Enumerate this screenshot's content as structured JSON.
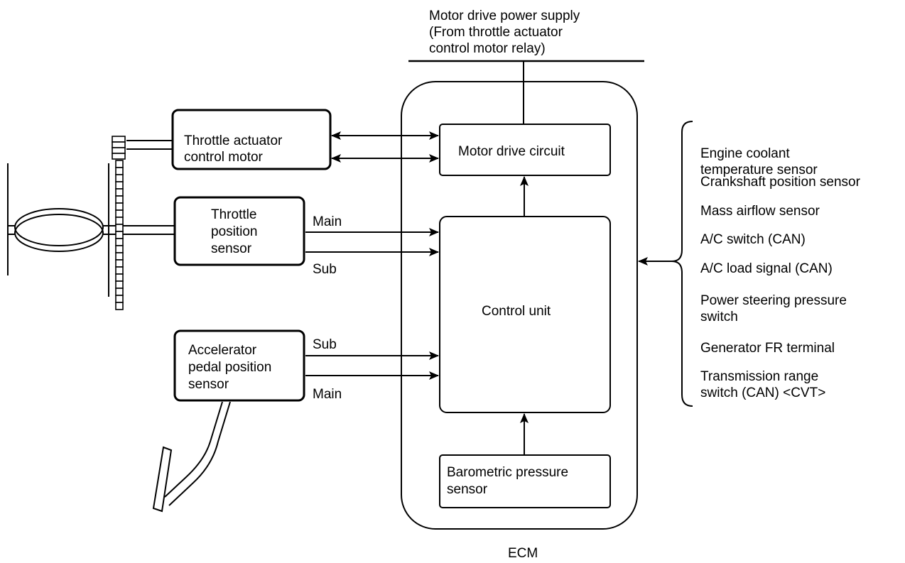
{
  "power_supply": {
    "line1": "Motor drive power supply",
    "line2": "(From throttle actuator",
    "line3": "control motor relay)"
  },
  "ecm_label": "ECM",
  "throttle_motor": {
    "line1": "Throttle actuator",
    "line2": "control motor"
  },
  "throttle_sensor": {
    "line1": "Throttle",
    "line2": "position",
    "line3": "sensor",
    "signal_main": "Main",
    "signal_sub": "Sub"
  },
  "accel_sensor": {
    "line1": "Accelerator",
    "line2": "pedal position",
    "line3": "sensor",
    "signal_sub": "Sub",
    "signal_main": "Main"
  },
  "motor_drive_circuit": "Motor drive circuit",
  "control_unit": "Control unit",
  "barometric_sensor": {
    "line1": "Barometric pressure",
    "line2": "sensor"
  },
  "inputs": [
    {
      "line1": "Engine coolant",
      "line2": "temperature sensor"
    },
    {
      "line1": "Crankshaft position sensor"
    },
    {
      "line1": "Mass airflow sensor"
    },
    {
      "line1": "A/C switch (CAN)"
    },
    {
      "line1": "A/C load signal (CAN)"
    },
    {
      "line1": "Power steering pressure",
      "line2": "switch"
    },
    {
      "line1": "Generator FR terminal"
    },
    {
      "line1": "Transmission range",
      "line2": "switch (CAN) <CVT>"
    }
  ]
}
